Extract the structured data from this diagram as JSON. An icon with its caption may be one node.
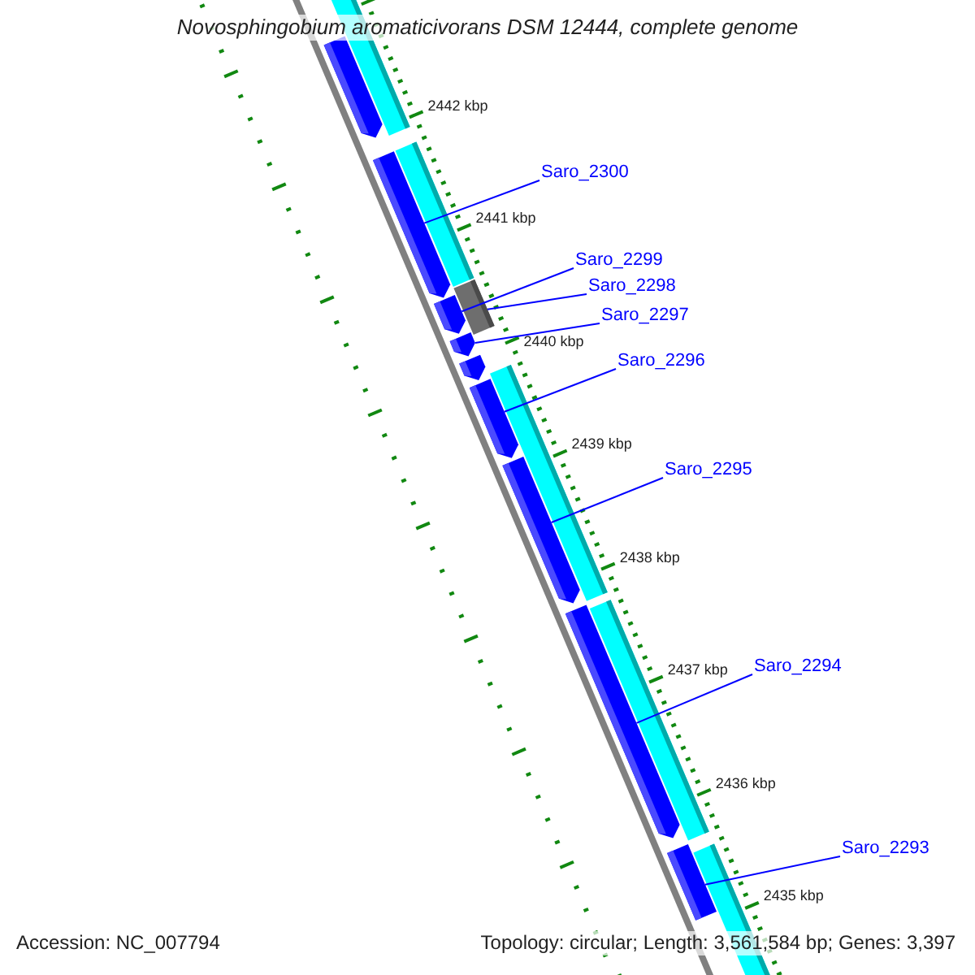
{
  "diagram": {
    "title": "Novosphingobium aromaticivorans DSM 12444, complete genome",
    "nodes": [
      {
        "text": [
          "Saro_2300"
        ]
      },
      {
        "text": [
          "Saro_2299"
        ]
      },
      {
        "text": [
          "Saro_2298"
        ]
      },
      {
        "text": [
          "Saro_2297"
        ]
      },
      {
        "text": [
          "Saro_2296"
        ]
      },
      {
        "text": [
          "Saro_2295"
        ]
      },
      {
        "text": [
          "Saro_2294"
        ]
      },
      {
        "text": [
          "Saro_2293"
        ]
      },
      {
        "text": [],
        "shape": "arrow"
      },
      {
        "text": [],
        "shape": "arrow"
      },
      {
        "text": [],
        "shape": "arrow"
      },
      {
        "text": [],
        "shape": "bar"
      },
      {
        "text": [],
        "shape": "arrow"
      },
      {
        "text": [],
        "shape": "arrow"
      },
      {
        "text": [],
        "shape": "arrow"
      },
      {
        "text": [],
        "shape": "arrow"
      },
      {
        "text": [],
        "shape": "arrow"
      },
      {
        "text": [],
        "shape": "arrow"
      }
    ],
    "edges": [
      {
        "from": 0,
        "to": 9,
        "arrow": "none"
      },
      {
        "from": 1,
        "to": 10,
        "arrow": "none"
      },
      {
        "from": 2,
        "to": 11,
        "arrow": "none"
      },
      {
        "from": 3,
        "to": 12,
        "arrow": "none"
      },
      {
        "from": 4,
        "to": 14,
        "arrow": "none"
      },
      {
        "from": 5,
        "to": 15,
        "arrow": "none"
      },
      {
        "from": 6,
        "to": 16,
        "arrow": "none"
      },
      {
        "from": 7,
        "to": 17,
        "arrow": "none"
      }
    ],
    "labels": [
      "2442 kbp",
      "2441 kbp",
      "2440 kbp",
      "2439 kbp",
      "2438 kbp",
      "2437 kbp",
      "2436 kbp",
      "2435 kbp",
      "Accession: NC_007794",
      "Topology: circular; Length: 3,561,584 bp; Genes: 3,397"
    ]
  }
}
